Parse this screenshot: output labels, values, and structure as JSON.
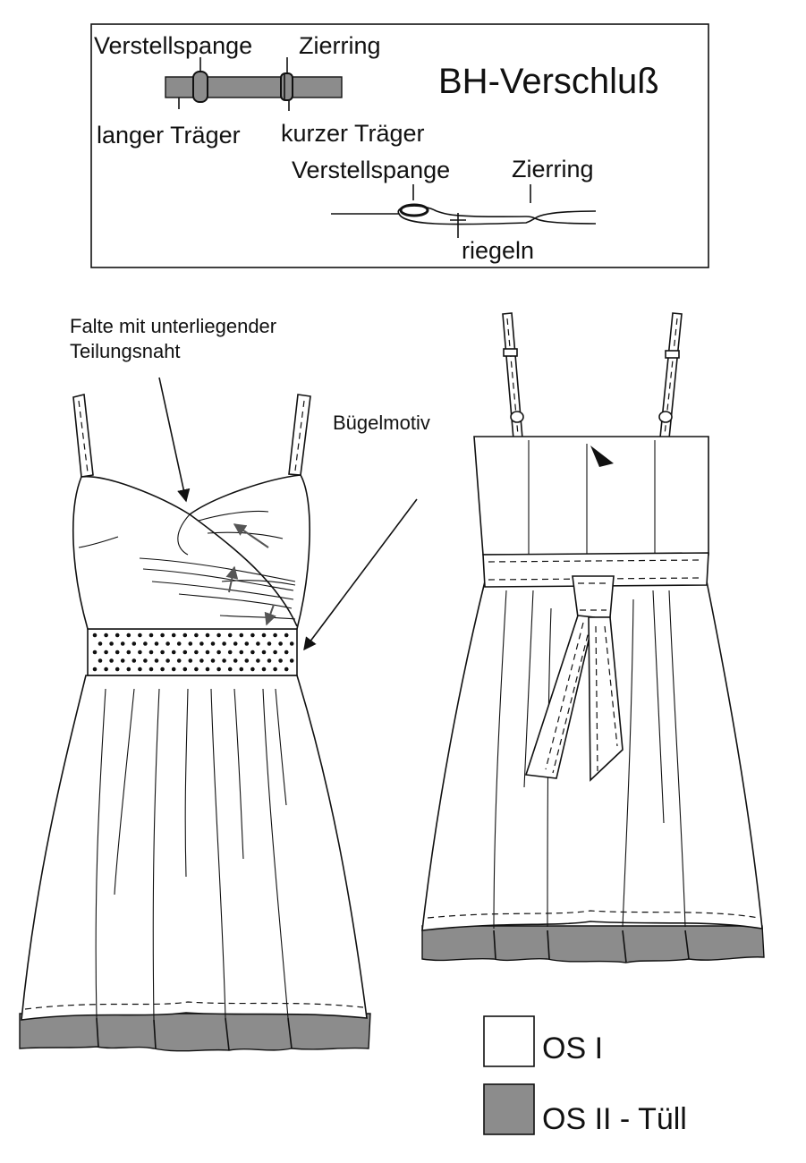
{
  "closure_box": {
    "title": "BH-Verschluß",
    "label_adjuster_top": "Verstellspange",
    "label_ring_top": "Zierring",
    "label_long_strap": "langer Träger",
    "label_short_strap": "kurzer Träger",
    "label_adjuster_side": "Verstellspange",
    "label_ring_side": "Zierring",
    "label_tack": "riegeln"
  },
  "front_view": {
    "label_pleat_line1": "Falte mit unterliegender",
    "label_pleat_line2": "Teilungsnaht",
    "label_iron_motif": "Bügelmotiv"
  },
  "legend": {
    "items": [
      {
        "label": "OS I",
        "color": "#ffffff"
      },
      {
        "label": "OS II - Tüll",
        "color": "#8c8c8c"
      }
    ]
  },
  "colors": {
    "line": "#111111",
    "tulle": "#8c8c8c",
    "fabric": "#ffffff"
  }
}
